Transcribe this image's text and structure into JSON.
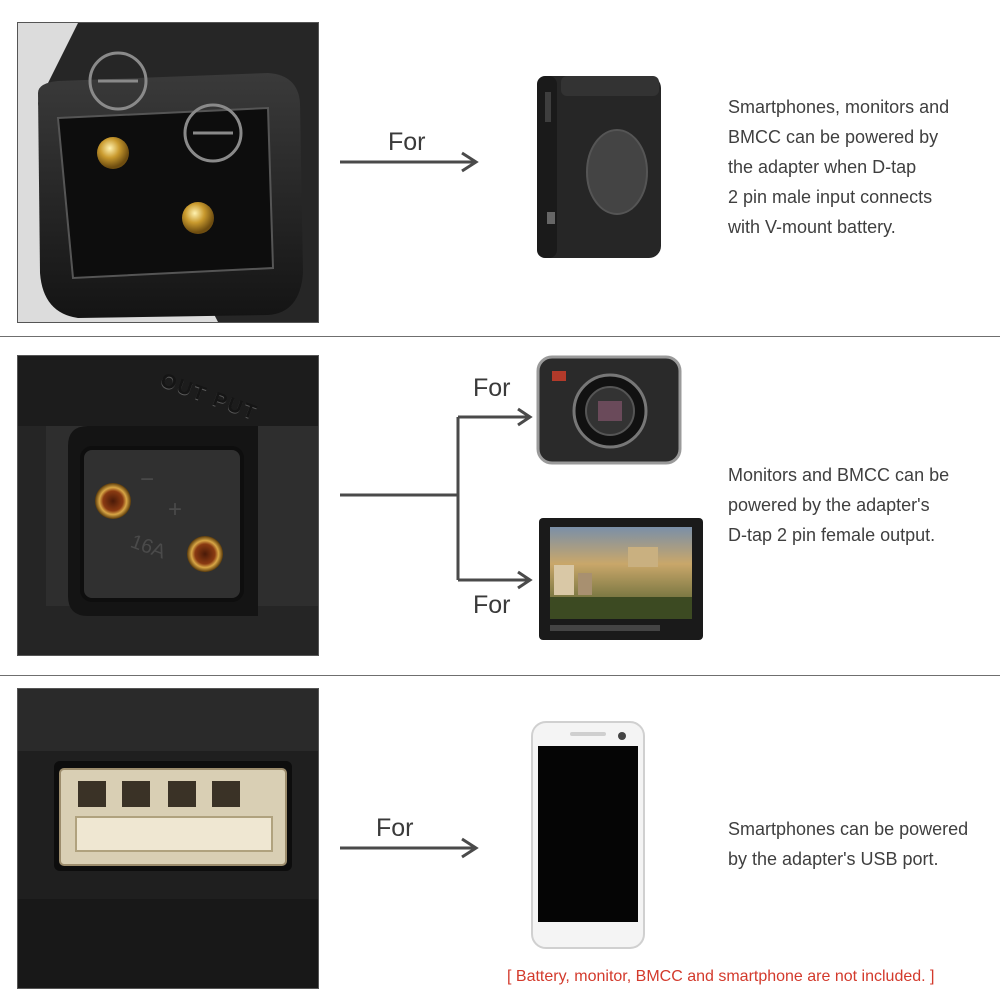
{
  "arrow_color": "#4a4a4a",
  "note_color": "#d33a2c",
  "sections": [
    {
      "photo_icon": "dtap-male-connector-icon",
      "device_icon": "v-mount-battery-icon",
      "for_label": "For",
      "description": "Smartphones, monitors and\nBMCC can be powered by\n the adapter when D-tap\n2 pin male input connects\nwith V-mount battery."
    },
    {
      "photo_icon": "dtap-female-output-icon",
      "photo_text_out": "OUT PUT",
      "photo_text_minus": "−",
      "photo_text_plus": "+",
      "photo_text_amp": "16A",
      "device_icons": [
        "bmcc-camera-icon",
        "field-monitor-icon"
      ],
      "for_label_top": "For",
      "for_label_bottom": "For",
      "description": "Monitors and BMCC can be\npowered by the adapter's\nD-tap 2 pin female output."
    },
    {
      "photo_icon": "usb-port-icon",
      "device_icon": "smartphone-icon",
      "for_label": "For",
      "description": "Smartphones can be powered\n by the adapter's USB port."
    }
  ],
  "footnote": "[ Battery, monitor, BMCC and smartphone are not included. ]"
}
